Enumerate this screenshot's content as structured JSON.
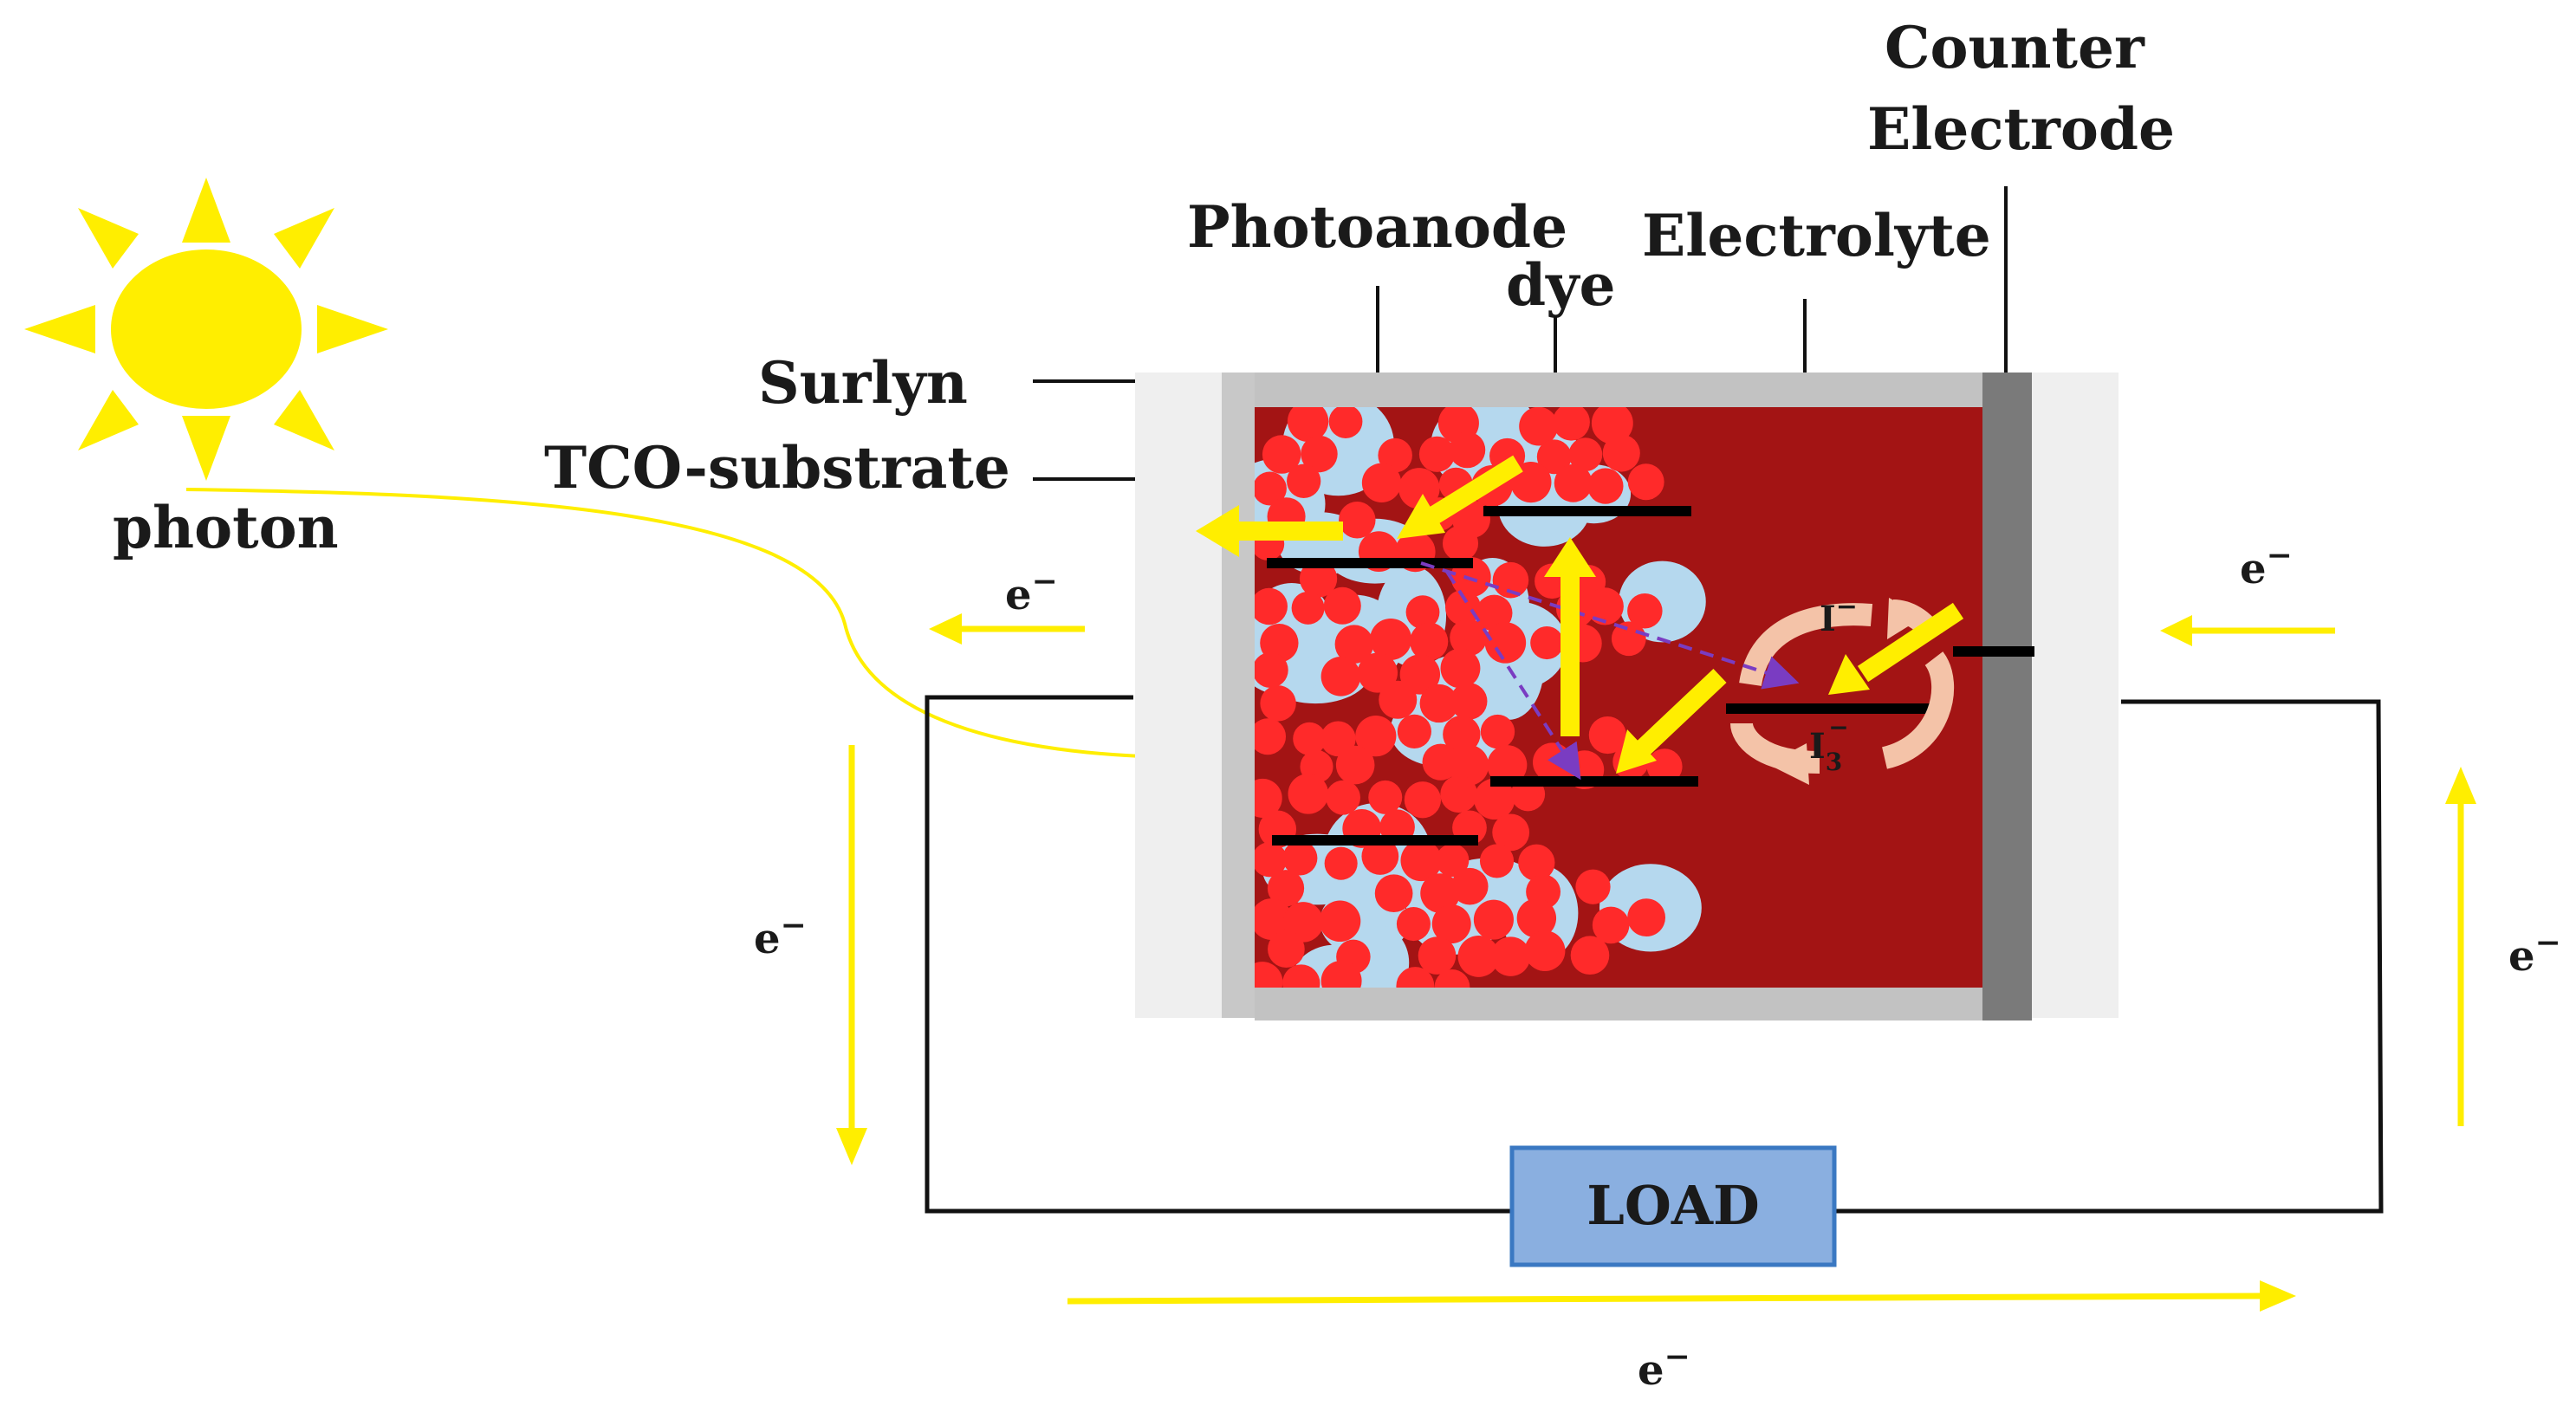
{
  "labels": {
    "counter_electrode_line1": "Counter",
    "counter_electrode_line2": "Electrode",
    "photoanode": "Photoanode",
    "electrolyte": "Electrolyte",
    "dye": "dye",
    "surlyn": "Surlyn",
    "tco_substrate": "TCO-substrate",
    "photon": "photon",
    "load": "LOAD"
  },
  "electron_label": "e",
  "electron_charge": "−",
  "ions": {
    "iodide": "I",
    "triiodide_base": "I",
    "triiodide_subscript": "3",
    "charge": "−"
  },
  "colors": {
    "sun": "#ffee00",
    "arrow_yellow": "#ffee00",
    "electrolyte": "#a31414",
    "particle_red": "#ff2a2a",
    "particle_blue": "#b5d8ee",
    "surlyn_gray": "#c2c2c2",
    "tco_light": "#efefef",
    "counter_electrode": "#7a7a7a",
    "load_fill": "#8aafe0",
    "load_border": "#3a78c2",
    "redox_arrow": "#f4c3a8",
    "dashed_arrow": "#7a3cc2"
  }
}
